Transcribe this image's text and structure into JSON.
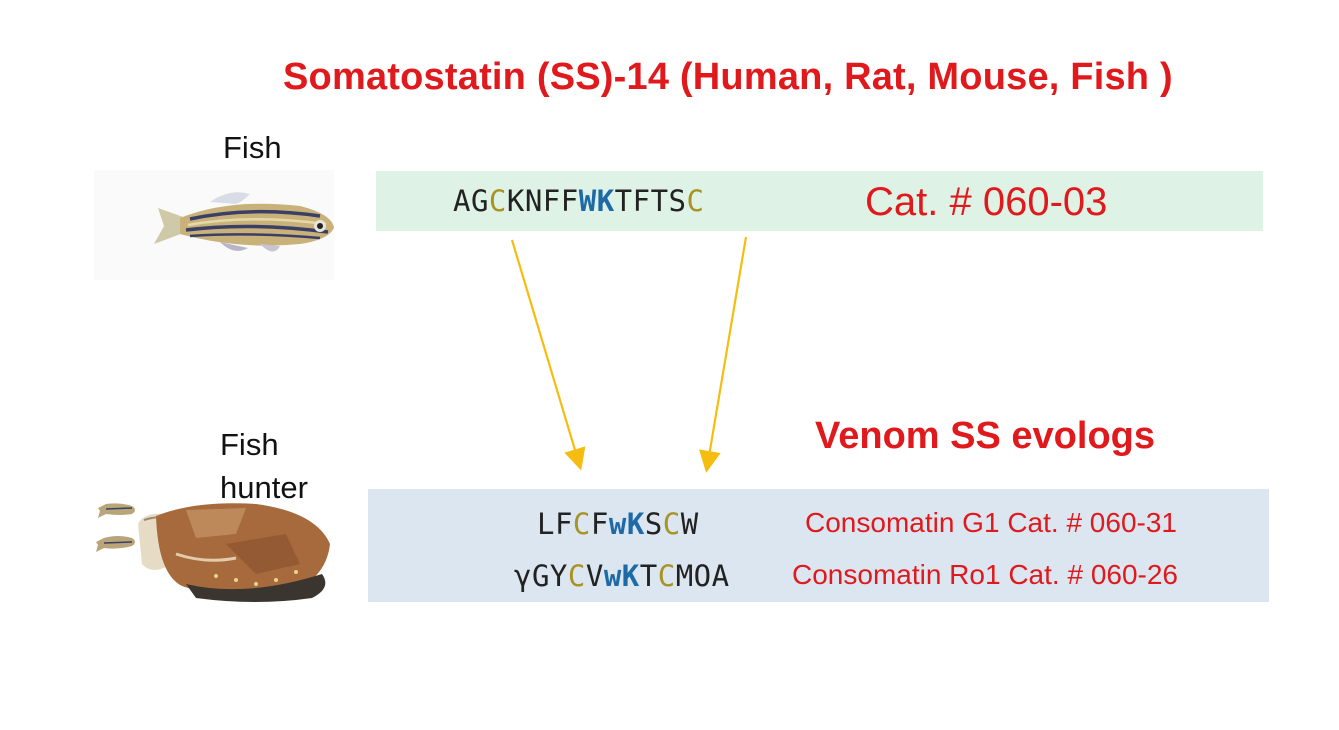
{
  "title": "Somatostatin (SS)-14 (Human, Rat, Mouse, Fish )",
  "fish_label": "Fish",
  "hunter_label_line1": "Fish",
  "hunter_label_line2": "hunter",
  "top_sequence": [
    {
      "t": "AG",
      "k": "n"
    },
    {
      "t": "C",
      "k": "c"
    },
    {
      "t": "KNFF",
      "k": "n"
    },
    {
      "t": "WK",
      "k": "wk"
    },
    {
      "t": "TFTS",
      "k": "n"
    },
    {
      "t": "C",
      "k": "c"
    }
  ],
  "top_catalog": "Cat. # 060-03",
  "venom_heading": "Venom SS evologs",
  "evolog_rows": [
    {
      "sequence": [
        {
          "t": "LF",
          "k": "n"
        },
        {
          "t": "C",
          "k": "c"
        },
        {
          "t": "F",
          "k": "n"
        },
        {
          "t": "wK",
          "k": "wk"
        },
        {
          "t": "S",
          "k": "n"
        },
        {
          "t": "C",
          "k": "c"
        },
        {
          "t": "W",
          "k": "n"
        }
      ],
      "label": "Consomatin G1  Cat. # 060-31"
    },
    {
      "sequence": [
        {
          "t": "γGY",
          "k": "n"
        },
        {
          "t": "C",
          "k": "c"
        },
        {
          "t": "V",
          "k": "n"
        },
        {
          "t": "wK",
          "k": "wk"
        },
        {
          "t": "T",
          "k": "n"
        },
        {
          "t": "C",
          "k": "c"
        },
        {
          "t": "MOA",
          "k": "n"
        }
      ],
      "label": "Consomatin Ro1 Cat. # 060-26"
    }
  ],
  "colors": {
    "accent_red": "#e0191c",
    "cysteine": "#a89424",
    "wk_motif": "#1e6aa6",
    "arrow": "#f5bd0f",
    "top_box": "#dff2e6",
    "bottom_box": "#dbe6f1"
  },
  "icons": [
    "zebrafish-illustration",
    "cone-snail-illustration",
    "small-fish-icon",
    "arrow-icon"
  ]
}
